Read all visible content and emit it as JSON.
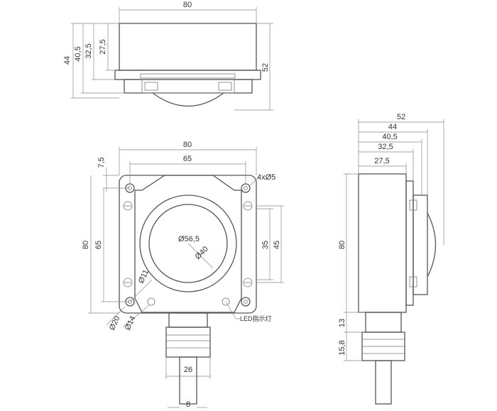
{
  "top_view": {
    "width": "80",
    "heights": [
      "44",
      "40,5",
      "32,5",
      "27,5"
    ],
    "total_height": "52"
  },
  "front_view": {
    "width_outer": "80",
    "width_holes": "65",
    "offset": "7,5",
    "holes": "4xØ5",
    "height_outer": "80",
    "height_holes": "65",
    "window_dia": "Ø56,5",
    "inner_dia": "Ø40",
    "dim_35": "35",
    "dim_45": "45",
    "dia_11": "Ø11",
    "dia_20": "Ø20",
    "dia_14": "Ø14",
    "led_label": "LED指示灯",
    "cable_gland_width": "26",
    "cable_width": "8"
  },
  "side_view": {
    "depths": [
      "52",
      "44",
      "40,5",
      "32,5",
      "27,5"
    ],
    "height": "80",
    "gland_len": "13",
    "gland_nut": "15,8"
  }
}
